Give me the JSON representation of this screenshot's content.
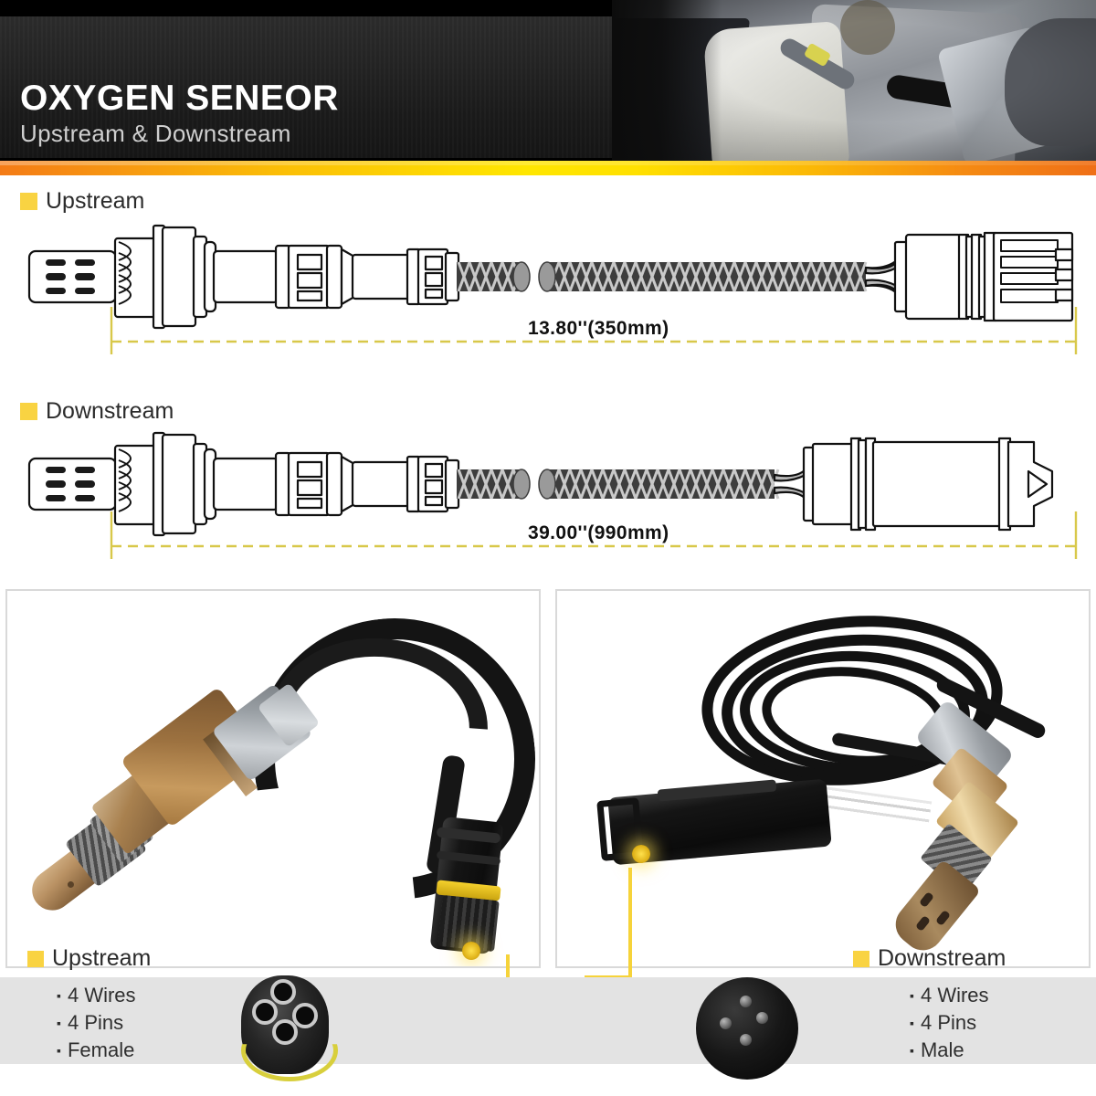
{
  "header": {
    "title": "OXYGEN SENEOR",
    "subtitle": "Upstream & Downstream",
    "photo_alt": "o2-sensor-installation-photo",
    "accent_gradient_start": "#f47b16",
    "accent_gradient_mid": "#ffe600",
    "accent_gradient_end": "#ef6f17"
  },
  "diagrams": {
    "upstream": {
      "label": "Upstream",
      "dimension": "13.80''(350mm)",
      "bullet_color": "#f9d342",
      "dimension_line_color": "#d8c84a"
    },
    "downstream": {
      "label": "Downstream",
      "dimension": "39.00''(990mm)",
      "bullet_color": "#f9d342",
      "dimension_line_color": "#d8c84a"
    }
  },
  "panels": {
    "left": {
      "label": "Upstream",
      "photo_alt": "upstream-oxygen-sensor-photo",
      "connector_alt": "upstream-connector-female-4-socket",
      "specs": [
        "4 Wires",
        "4 Pins",
        "Female"
      ]
    },
    "right": {
      "label": "Downstream",
      "photo_alt": "downstream-oxygen-sensor-photo",
      "connector_alt": "downstream-connector-male-4-pin",
      "specs": [
        "4 Wires",
        "4 Pins",
        "Male"
      ]
    },
    "spec_band_color": "#e3e3e3",
    "border_color": "#d9d9d9",
    "callout_color": "#f6d33a"
  }
}
